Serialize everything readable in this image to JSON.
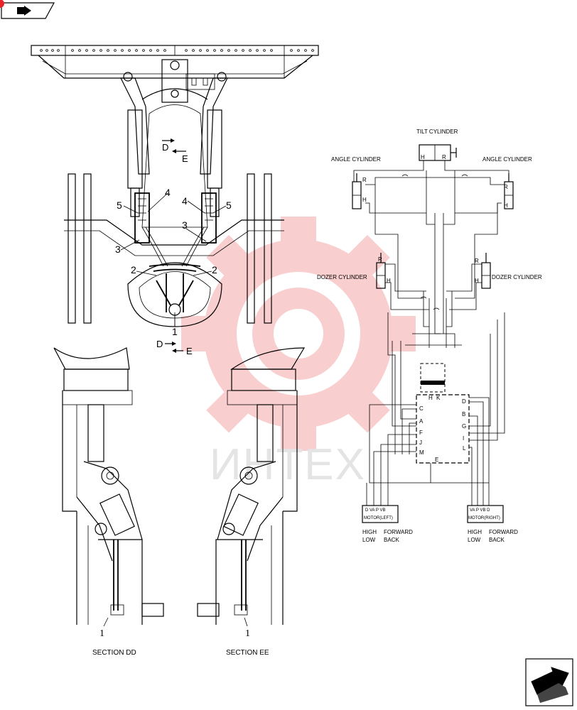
{
  "watermark": {
    "text": "ИНТЕХ",
    "gear_color": "#e8232a"
  },
  "nav": {
    "top_icon": "arrow-right-icon",
    "bottom_icon": "arrow-next-icon"
  },
  "callouts": {
    "n1a": "1",
    "n1b": "1",
    "n1c": "1",
    "n2a": "2",
    "n2b": "2",
    "n3a": "3",
    "n3b": "3",
    "n4a": "4",
    "n4b": "4",
    "n5a": "5",
    "n5b": "5"
  },
  "section_marks": {
    "d": "D",
    "e": "E"
  },
  "sections": {
    "dd": "SECTION DD",
    "ee": "SECTION EE"
  },
  "schematic": {
    "tilt_cylinder": "TILT CYLINDER",
    "angle_left": "ANGLE CYLINDER",
    "angle_right": "ANGLE CYLINDER",
    "dozer_left": "DOZER CYLINDER",
    "dozer_right": "DOZER CYLINDER",
    "port_h": "H",
    "port_r": "R",
    "valve_ports": {
      "H": "H",
      "K": "K",
      "C": "C",
      "D": "D",
      "A": "A",
      "B": "B",
      "F": "F",
      "G": "G",
      "I": "I",
      "J": "J",
      "L": "L",
      "M": "M",
      "E": "E"
    },
    "motor_left": {
      "ports": "D VA P VB",
      "label": "MOTOR(LEFT)",
      "high": "HIGH",
      "low": "LOW",
      "forward": "FORWARD",
      "back": "BACK"
    },
    "motor_right": {
      "ports": "VA P VB D",
      "label": "MOTOR(RIGHT)",
      "high": "HIGH",
      "low": "LOW",
      "forward": "FORWARD",
      "back": "BACK"
    }
  }
}
